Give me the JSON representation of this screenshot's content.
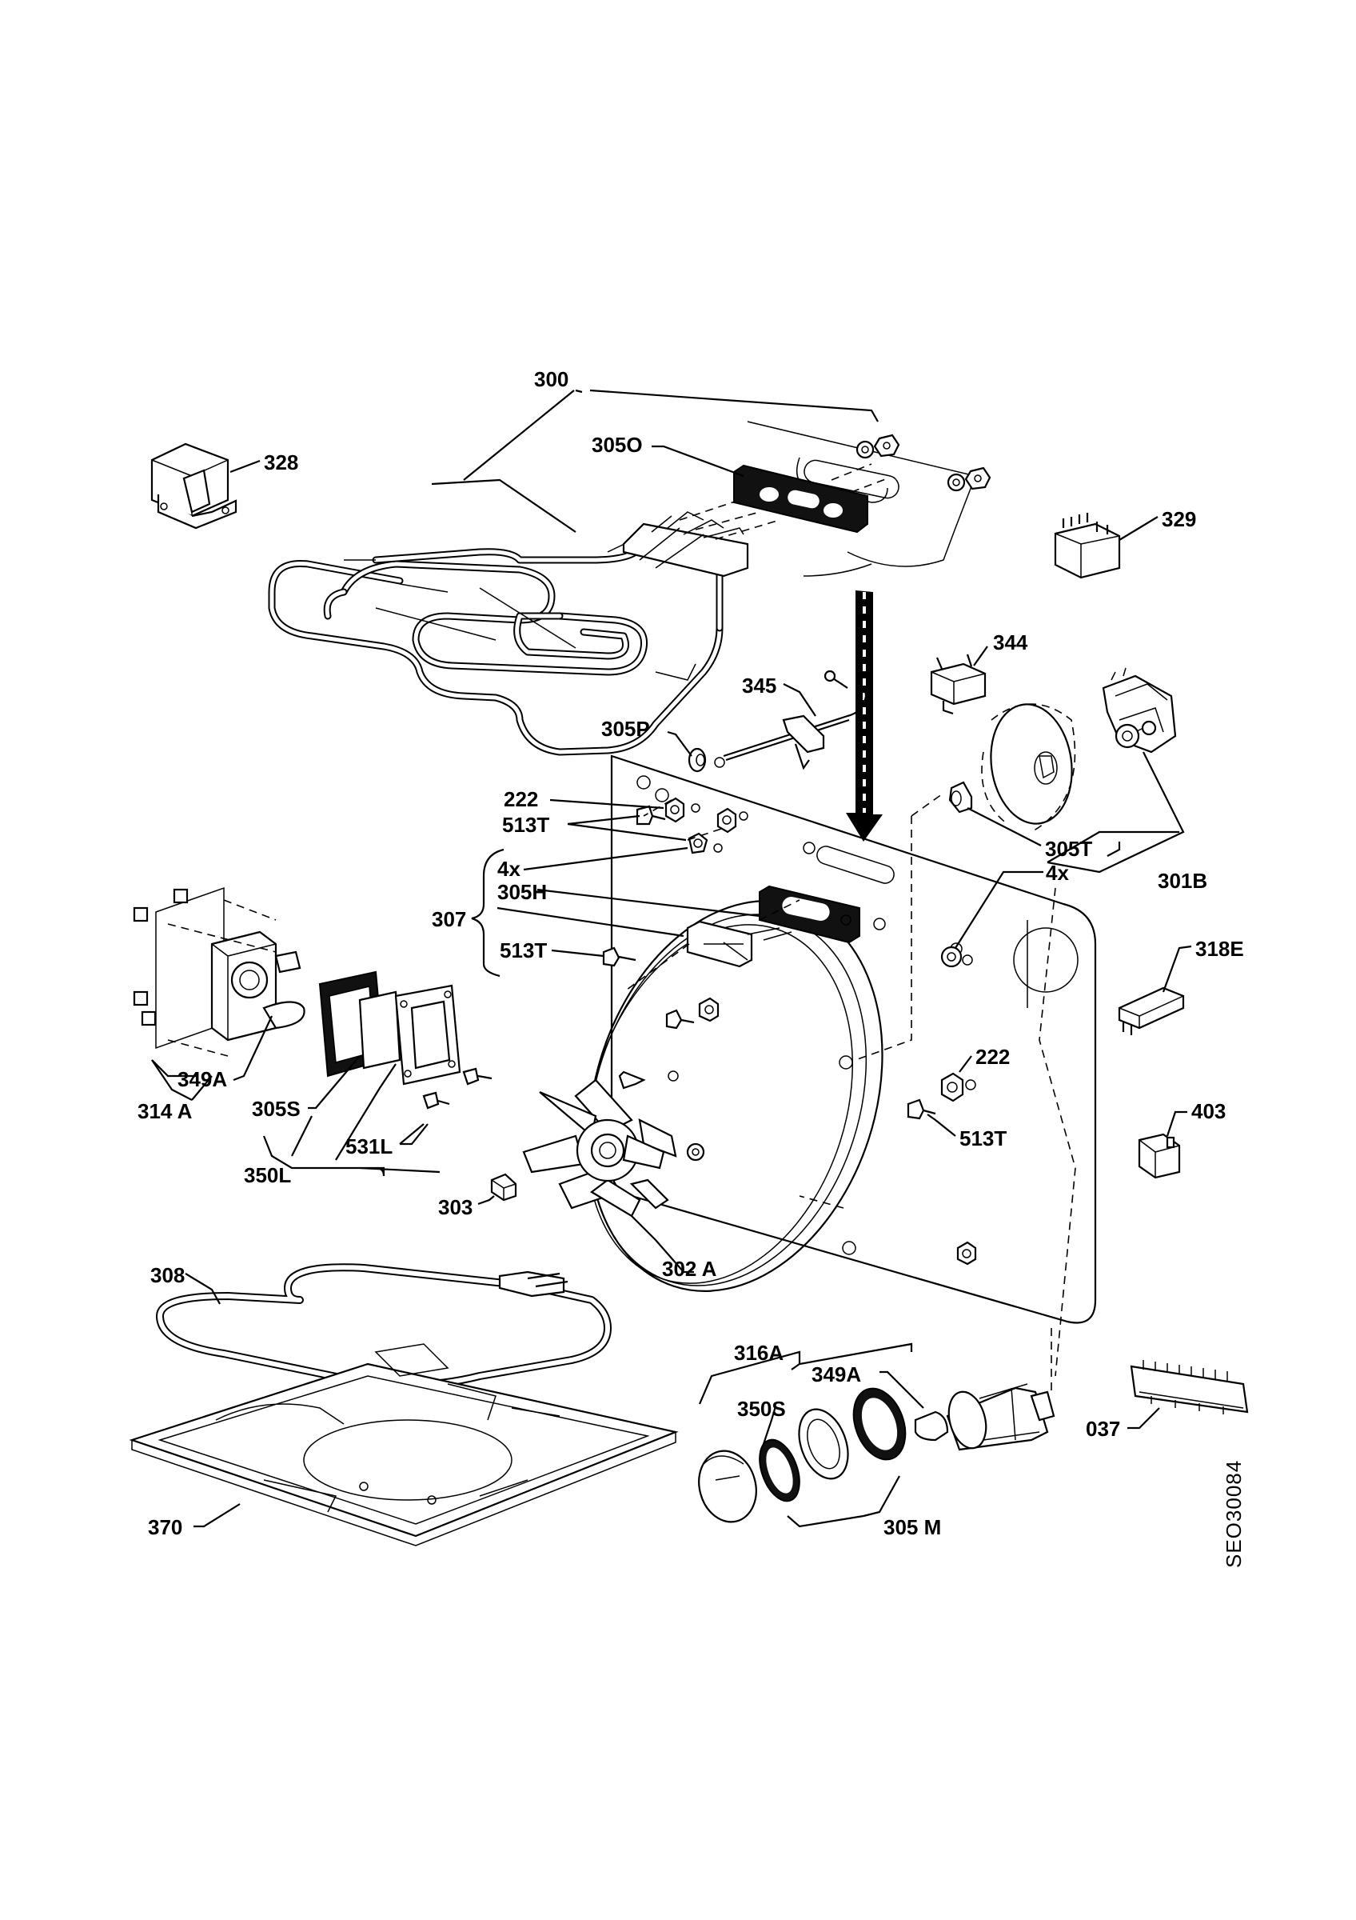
{
  "labels": {
    "l300": "300",
    "l305O": "305O",
    "l328": "328",
    "l329": "329",
    "l344": "344",
    "l345": "345",
    "l305P": "305P",
    "l222a": "222",
    "l513Ta": "513T",
    "l4xa": "4x",
    "l305H": "305H",
    "l307": "307",
    "l513Tb": "513T",
    "l305T": "305T",
    "l4xb": "4x",
    "l301B": "301B",
    "l318E": "318E",
    "l222b": "222",
    "l513Tc": "513T",
    "l403": "403",
    "l349Aa": "349A",
    "l314A": "314 A",
    "l305S": "305S",
    "l531L": "531L",
    "l350L": "350L",
    "l303": "303",
    "l302A": "302 A",
    "l308": "308",
    "l316A": "316A",
    "l349Ab": "349A",
    "l350S": "350S",
    "l037": "037",
    "l370": "370",
    "l305M": "305 M"
  },
  "reference": "SEO30084"
}
